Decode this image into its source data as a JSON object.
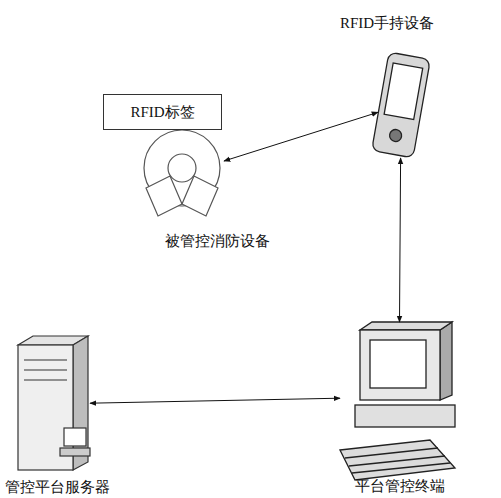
{
  "diagram": {
    "nodes": [
      {
        "text": [
          "RFID标签"
        ]
      },
      {
        "text": [
          "被管控消防设备"
        ]
      },
      {
        "text": [
          "RFID手持设备"
        ]
      },
      {
        "text": [
          "管控平台服务器"
        ]
      },
      {
        "text": [
          "平台管控终端"
        ]
      }
    ],
    "edges": [
      {
        "from": 1,
        "to": 2,
        "arrow": "both"
      },
      {
        "from": 2,
        "to": 4,
        "arrow": "both"
      },
      {
        "from": 3,
        "to": 4,
        "arrow": "both"
      }
    ]
  }
}
